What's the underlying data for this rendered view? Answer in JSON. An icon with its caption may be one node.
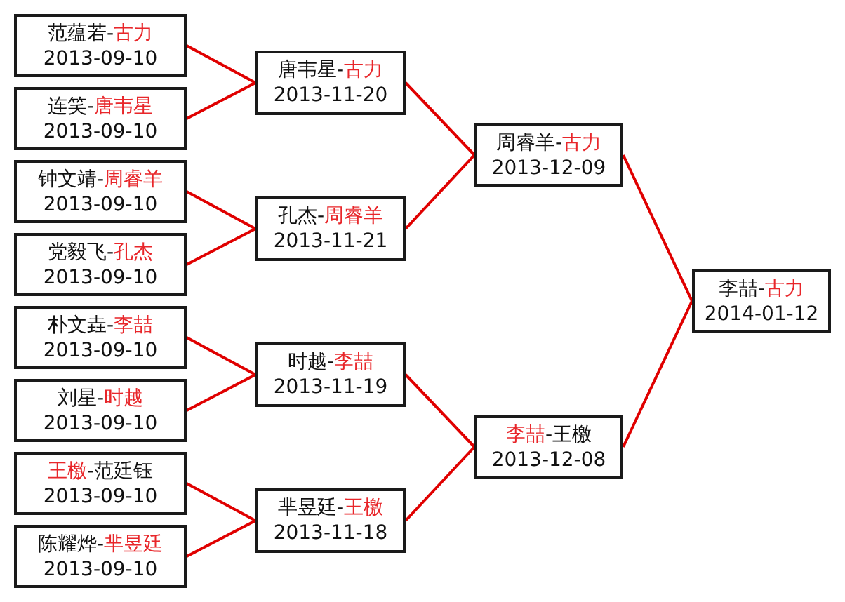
{
  "diagram": {
    "nodes": [
      {
        "text": [
          "范蕴若-*古力*",
          "2013-09-10"
        ]
      },
      {
        "text": [
          "连笑-*唐韦星*",
          "2013-09-10"
        ]
      },
      {
        "text": [
          "钟文靖-*周睿羊*",
          "2013-09-10"
        ]
      },
      {
        "text": [
          "党毅飞-*孔杰*",
          "2013-09-10"
        ]
      },
      {
        "text": [
          "朴文垚-*李喆*",
          "2013-09-10"
        ]
      },
      {
        "text": [
          "刘星-*时越*",
          "2013-09-10"
        ]
      },
      {
        "text": [
          "*王檄*-范廷钰",
          "2013-09-10"
        ]
      },
      {
        "text": [
          "陈耀烨-*芈昱廷*",
          "2013-09-10"
        ]
      },
      {
        "text": [
          "唐韦星-*古力*",
          "2013-11-20"
        ]
      },
      {
        "text": [
          "孔杰-*周睿羊*",
          "2013-11-21"
        ]
      },
      {
        "text": [
          "时越-*李喆*",
          "2013-11-19"
        ]
      },
      {
        "text": [
          "芈昱廷-*王檄*",
          "2013-11-18"
        ]
      },
      {
        "text": [
          "周睿羊-*古力*",
          "2013-12-09"
        ]
      },
      {
        "text": [
          "*李喆*-王檄",
          "2013-12-08"
        ]
      },
      {
        "text": [
          "李喆-*古力*",
          "2014-01-12"
        ]
      }
    ],
    "edges": [
      {
        "from": 0,
        "to": 8,
        "arrow": "none"
      },
      {
        "from": 1,
        "to": 8,
        "arrow": "none"
      },
      {
        "from": 2,
        "to": 9,
        "arrow": "none"
      },
      {
        "from": 3,
        "to": 9,
        "arrow": "none"
      },
      {
        "from": 4,
        "to": 10,
        "arrow": "none"
      },
      {
        "from": 5,
        "to": 10,
        "arrow": "none"
      },
      {
        "from": 6,
        "to": 11,
        "arrow": "none"
      },
      {
        "from": 7,
        "to": 11,
        "arrow": "none"
      },
      {
        "from": 8,
        "to": 12,
        "arrow": "none"
      },
      {
        "from": 9,
        "to": 12,
        "arrow": "none"
      },
      {
        "from": 10,
        "to": 13,
        "arrow": "none"
      },
      {
        "from": 11,
        "to": 13,
        "arrow": "none"
      },
      {
        "from": 12,
        "to": 14,
        "arrow": "none"
      },
      {
        "from": 13,
        "to": 14,
        "arrow": "none"
      }
    ]
  }
}
